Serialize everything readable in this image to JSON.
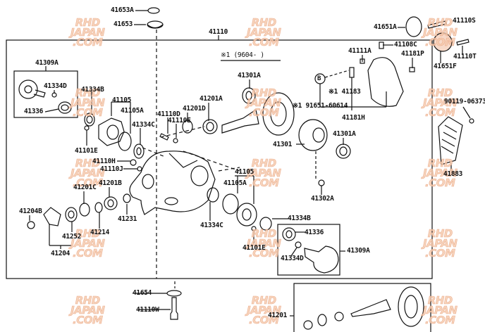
{
  "diagram": {
    "title_part": "41110",
    "note_line_1": "※1 (9604-       )",
    "note_ref_marker": "B",
    "watermark": [
      "RHD",
      "JAPAN",
      ".COM"
    ],
    "labels": {
      "l41653A": "41653A",
      "l41653": "41653",
      "l41110": "41110",
      "l41651A": "41651A",
      "l41110S": "41110S",
      "l41108C": "41108C",
      "l41111A": "41111A",
      "l41181P": "41181P",
      "l41110T": "41110T",
      "l41651F": "41651F",
      "l41309A_top": "41309A",
      "l41334D_top": "41334D",
      "l41336_top": "41336",
      "l41334B_top": "41334B",
      "l41105_top": "41105",
      "l41105A_top": "41105A",
      "l41334C_top": "41334C",
      "l41101E_top": "41101E",
      "l41110D": "41110D",
      "l41110E": "41110E",
      "l41201D": "41201D",
      "l41201A": "41201A",
      "l41301A_top": "41301A",
      "l41183": "※1 41183",
      "l91651": "※1 91651-60614",
      "l41181H": "41181H",
      "l90119": "90119-06373",
      "l41301": "41301",
      "l41301A_bot": "41301A",
      "l41883": "41883",
      "l41302A": "41302A",
      "l41110H": "41110H",
      "l41110J": "41110J",
      "l41201C": "41201C",
      "l41201B": "41201B",
      "l41204B": "41204B",
      "l41231": "41231",
      "l41214": "41214",
      "l41252": "41252",
      "l41204": "41204",
      "l41105_bot": "41105",
      "l41105A_bot": "41105A",
      "l41334C_bot": "41334C",
      "l41334B_bot": "41334B",
      "l41336_bot": "41336",
      "l41101E_bot": "41101E",
      "l41334D_bot": "41334D",
      "l41309A_bot": "41309A",
      "l41654": "41654",
      "l41110W": "41110W",
      "l41201": "41201"
    }
  }
}
